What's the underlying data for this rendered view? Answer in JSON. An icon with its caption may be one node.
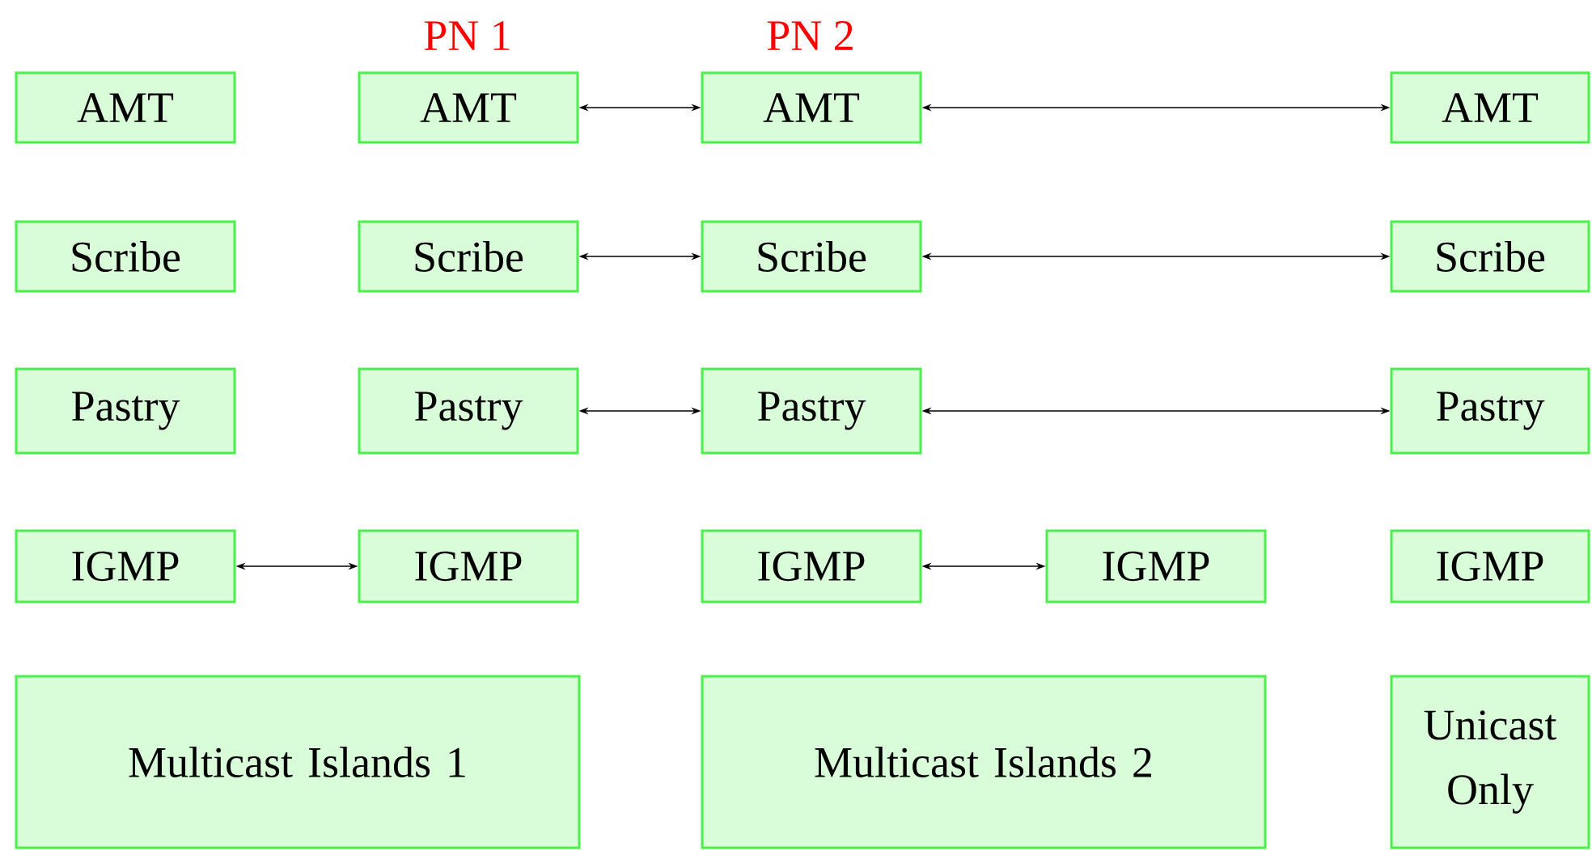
{
  "diagram": {
    "nodes": [
      {
        "text": [
          "AMT"
        ]
      },
      {
        "text": [
          "AMT"
        ]
      },
      {
        "text": [
          "AMT"
        ]
      },
      {
        "text": [
          "AMT"
        ]
      },
      {
        "text": [
          "Scribe"
        ]
      },
      {
        "text": [
          "Scribe"
        ]
      },
      {
        "text": [
          "Scribe"
        ]
      },
      {
        "text": [
          "Scribe"
        ]
      },
      {
        "text": [
          "Pastry"
        ]
      },
      {
        "text": [
          "Pastry"
        ]
      },
      {
        "text": [
          "Pastry"
        ]
      },
      {
        "text": [
          "Pastry"
        ]
      },
      {
        "text": [
          "IGMP"
        ]
      },
      {
        "text": [
          "IGMP"
        ]
      },
      {
        "text": [
          "IGMP"
        ]
      },
      {
        "text": [
          "IGMP"
        ]
      },
      {
        "text": [
          "IGMP"
        ]
      },
      {
        "text": [
          "Multicast Islands 1"
        ]
      },
      {
        "text": [
          "Multicast Islands 2"
        ]
      },
      {
        "text": [
          "Unicast Only"
        ]
      }
    ],
    "edges": [
      {
        "from": 1,
        "to": 2,
        "arrow": "both"
      },
      {
        "from": 2,
        "to": 3,
        "arrow": "both"
      },
      {
        "from": 5,
        "to": 6,
        "arrow": "both"
      },
      {
        "from": 6,
        "to": 7,
        "arrow": "both"
      },
      {
        "from": 9,
        "to": 10,
        "arrow": "both"
      },
      {
        "from": 10,
        "to": 11,
        "arrow": "both"
      },
      {
        "from": 12,
        "to": 13,
        "arrow": "both"
      },
      {
        "from": 14,
        "to": 15,
        "arrow": "both"
      }
    ],
    "labels": [
      "PN 1",
      "PN 2"
    ]
  }
}
